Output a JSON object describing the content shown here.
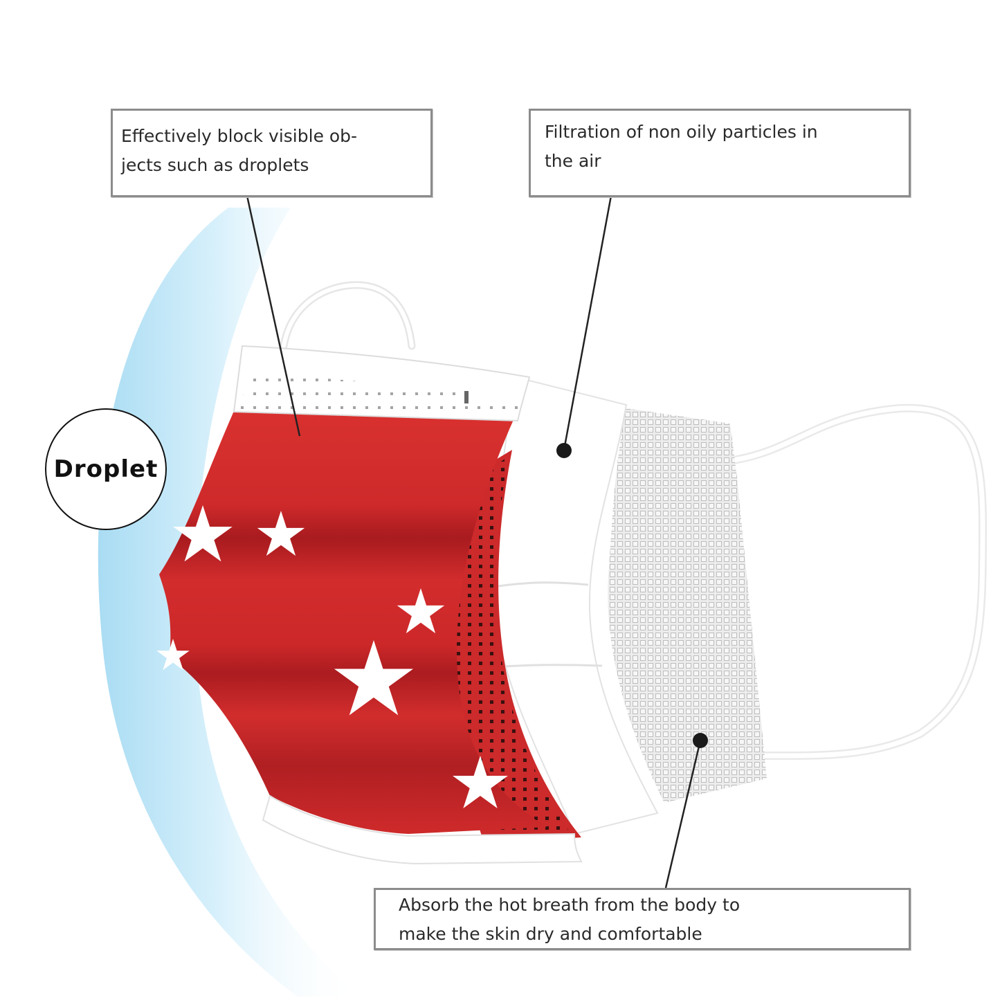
{
  "badge": {
    "label": "Droplet"
  },
  "callouts": {
    "block": {
      "line1": "Effectively block visible ob-",
      "line2": "jects such as droplets"
    },
    "filtration": {
      "line1": "Filtration of non oily particles in",
      "line2": "the air"
    },
    "absorb": {
      "line1": "Absorb the hot breath from the body to",
      "line2": "make the skin dry and comfortable"
    }
  },
  "colors": {
    "mask_red": "#d62a2c",
    "mask_red_dark": "#b21d21",
    "star": "#ffffff",
    "mesh_gray": "#cfcfcf",
    "droplet_glow": "#cfeefb",
    "leader_line": "#222222",
    "callout_border": "#8c8c8c"
  },
  "icons": [
    "star-icon",
    "droplet-shield-icon",
    "ear-loop-icon"
  ]
}
